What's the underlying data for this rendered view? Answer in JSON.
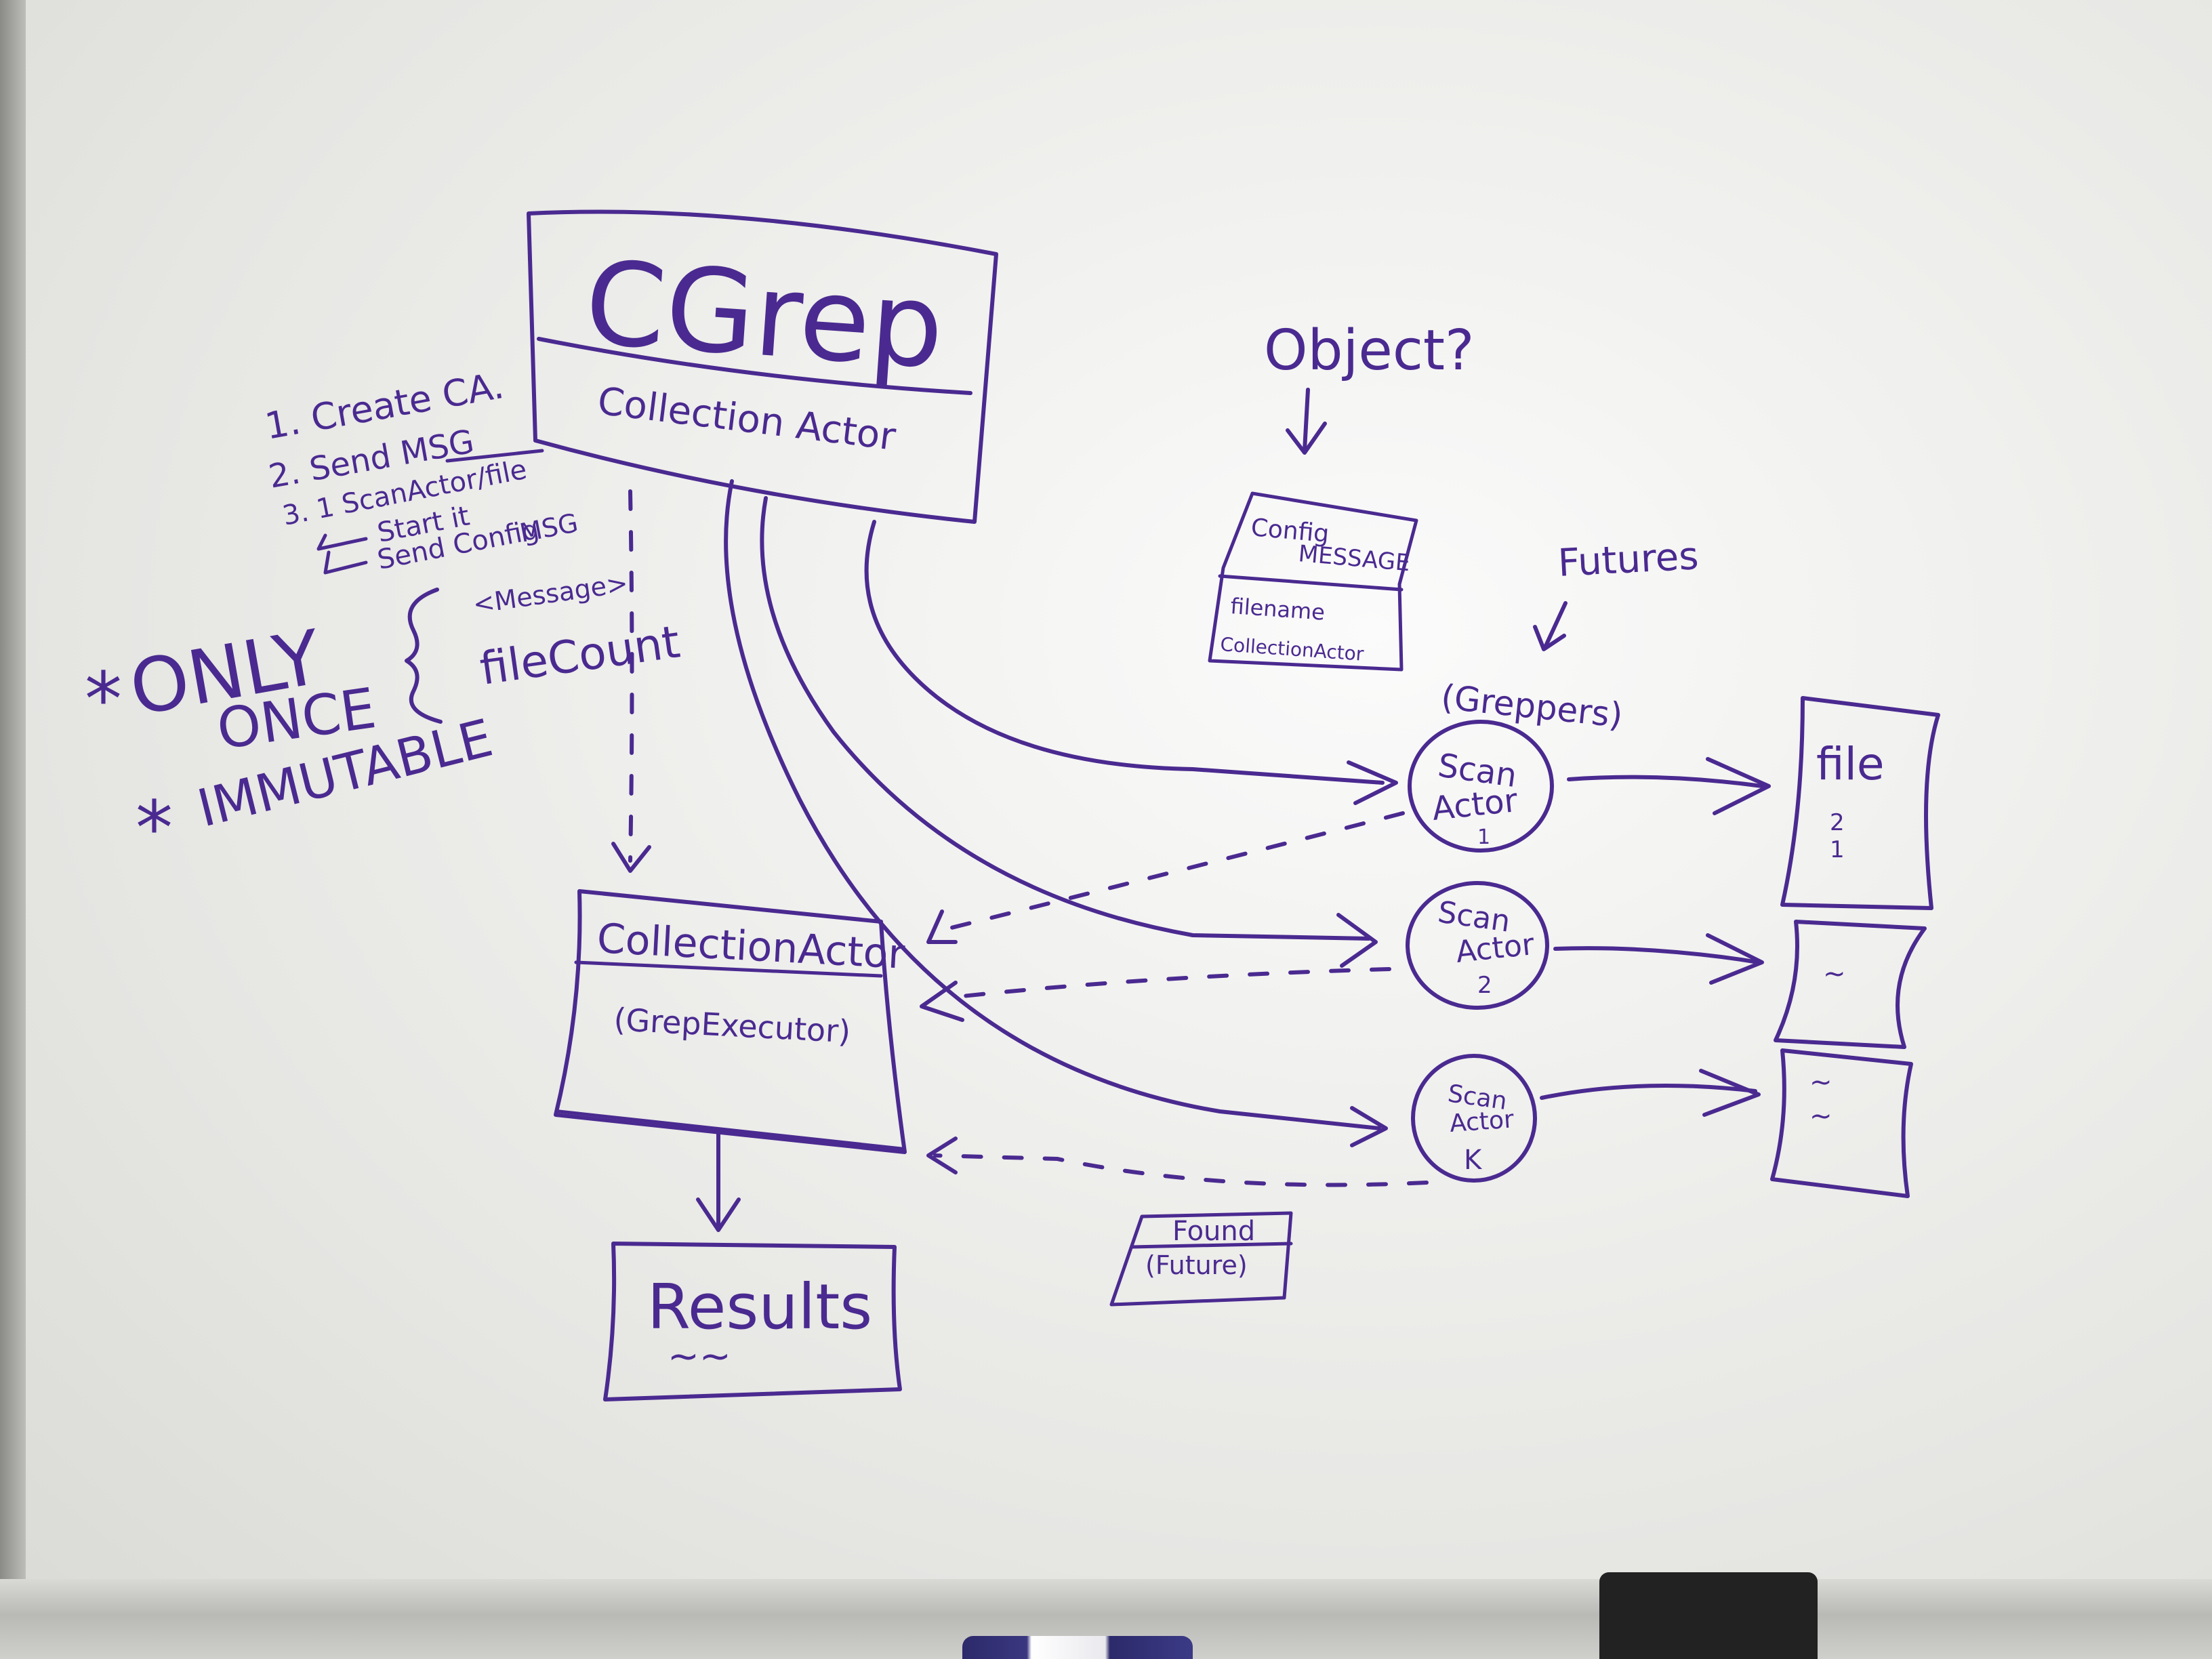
{
  "cgrep": {
    "title": "CGrep",
    "subtitle": "Collection Actor"
  },
  "steps": [
    "1. Create CA.",
    "2. Send MSG",
    "3. 1 ScanActor/file",
    "Start it",
    "Send Config",
    "MSG"
  ],
  "message": {
    "label": "<Message>",
    "field": "fileCount"
  },
  "notes": {
    "star1": "*",
    "only": "ONLY",
    "once": "ONCE",
    "star2": "*",
    "immutable": "IMMUTABLE"
  },
  "object_label": "Object?",
  "config_message": {
    "title_line1": "Config",
    "title_line2": "MESSAGE",
    "field1": "filename",
    "field2": "CollectionActor"
  },
  "futures_label": "Futures",
  "greppers_label": "(Greppers)",
  "scan_actors": [
    {
      "line1": "Scan",
      "line2": "Actor",
      "index": "1"
    },
    {
      "line1": "Scan",
      "line2": "Actor",
      "index": "2"
    },
    {
      "line1": "Scan",
      "line2": "Actor",
      "index": "K"
    }
  ],
  "files": [
    {
      "title": "file",
      "lines": [
        "2",
        "1"
      ]
    },
    {
      "title": "",
      "lines": [
        "~"
      ]
    },
    {
      "title": "",
      "lines": [
        "~",
        "~"
      ]
    }
  ],
  "collection_actor": {
    "title": "CollectionActor",
    "subtitle": "(GrepExecutor)"
  },
  "found": {
    "line1": "Found",
    "line2": "(Future)"
  },
  "results": {
    "title": "Results",
    "squiggle": "~~"
  }
}
